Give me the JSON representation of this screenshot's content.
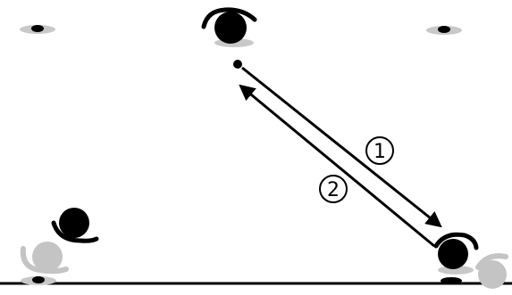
{
  "diagram": {
    "arrow_labels": [
      {
        "id": "step-1",
        "text": "1"
      },
      {
        "id": "step-2",
        "text": "2"
      }
    ],
    "colors": {
      "ink": "#000000",
      "shadow": "#b8b8b8",
      "ghost": "#c4c4c4",
      "background": "#ffffff"
    }
  }
}
